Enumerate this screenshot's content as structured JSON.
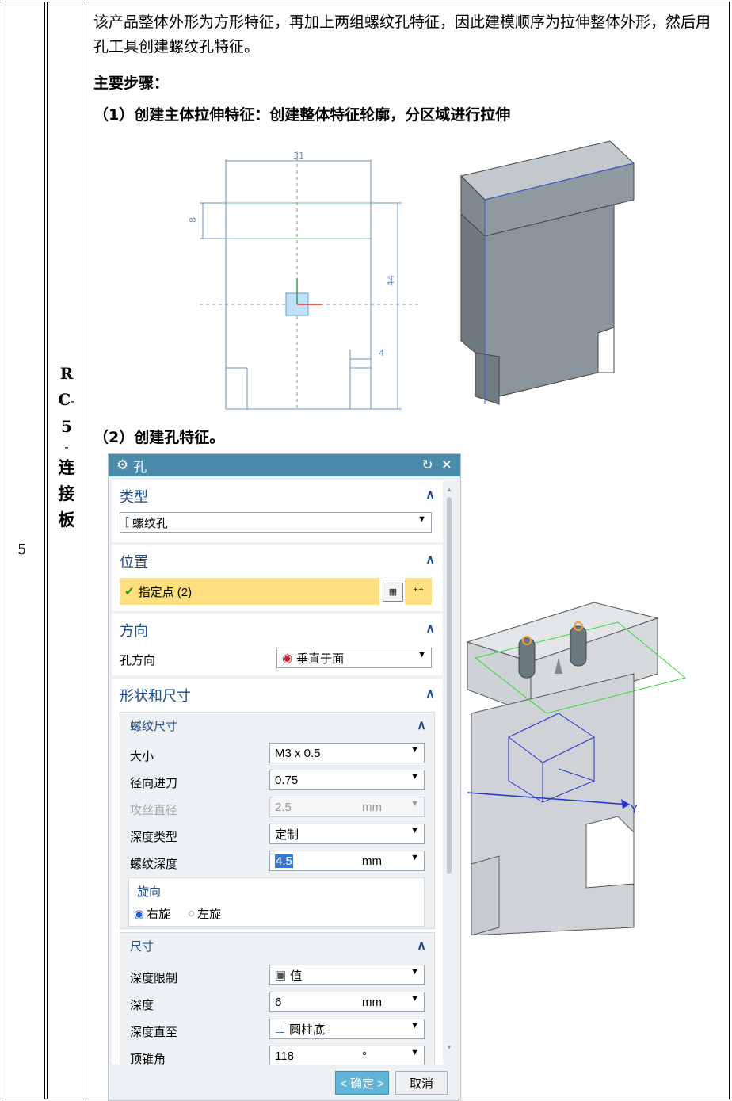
{
  "row": {
    "number": "5",
    "code_r": "R",
    "code_c": "C",
    "code_dash1": "-",
    "code_5": "5",
    "code_dash2": "-",
    "code_c1": "连",
    "code_c2": "接",
    "code_c3": "板"
  },
  "text": {
    "intro": "该产品整体外形为方形特征，再加上两组螺纹孔特征，因此建模顺序为拉伸整体外形，然后用孔工具创建螺纹孔特征。",
    "main_steps": "主要步骤：",
    "step1": "（1）创建主体拉伸特征：创建整体特征轮廓，分区域进行拉伸",
    "step2": "（2）创建孔特征。"
  },
  "sketch": {
    "dim_top": "31",
    "dim_left": "8",
    "dim_right": "44",
    "dim_bottom": "4"
  },
  "dialog": {
    "title": "孔",
    "sections": {
      "type": {
        "label": "类型",
        "value": "螺纹孔"
      },
      "position": {
        "label": "位置",
        "value": "指定点 (2)"
      },
      "direction": {
        "label": "方向",
        "field": "孔方向",
        "value": "垂直于面"
      },
      "shape": {
        "label": "形状和尺寸"
      },
      "thread": {
        "label": "螺纹尺寸",
        "size_label": "大小",
        "size_value": "M3 x 0.5",
        "radial_label": "径向进刀",
        "radial_value": "0.75",
        "tap_label": "攻丝直径",
        "tap_value": "2.5",
        "tap_unit": "mm",
        "depth_type_label": "深度类型",
        "depth_type_value": "定制",
        "thread_depth_label": "螺纹深度",
        "thread_depth_value": "4.5",
        "thread_depth_unit": "mm",
        "rotation_label": "旋向",
        "right": "右旋",
        "left": "左旋"
      },
      "dims": {
        "label": "尺寸",
        "depth_limit_label": "深度限制",
        "depth_limit_value": "值",
        "depth_label": "深度",
        "depth_value": "6",
        "depth_unit": "mm",
        "depth_to_label": "深度直至",
        "depth_to_value": "圆柱底",
        "tip_label": "顶锥角",
        "tip_value": "118",
        "tip_unit": "°"
      }
    },
    "ok": "< 确定 >",
    "cancel": "取消"
  },
  "scene": {
    "axis_y": "Y"
  }
}
